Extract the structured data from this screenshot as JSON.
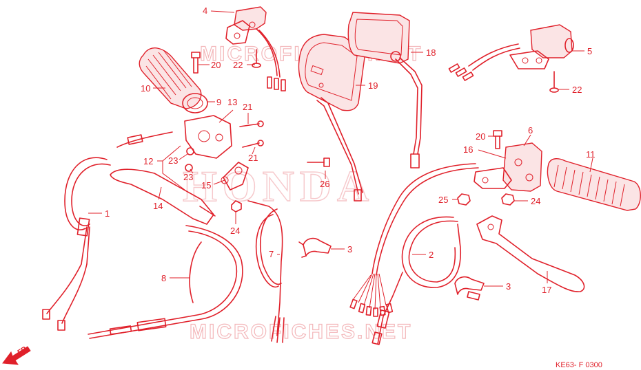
{
  "watermarks": {
    "top": "MICROFICHES.NET",
    "center": "HONDA",
    "bottom": "MICROFICHES.NET"
  },
  "front_marker": "FR.",
  "diagram_code": "KE63- F 0300",
  "colors": {
    "ink": "#e0202a",
    "watermark": "#f3b7ba"
  },
  "callouts": [
    {
      "id": "c4",
      "text": "4"
    },
    {
      "id": "c20a",
      "text": "20"
    },
    {
      "id": "c22a",
      "text": "22"
    },
    {
      "id": "c10",
      "text": "10"
    },
    {
      "id": "c9",
      "text": "9"
    },
    {
      "id": "c13",
      "text": "13"
    },
    {
      "id": "c21a",
      "text": "21"
    },
    {
      "id": "c21b",
      "text": "21"
    },
    {
      "id": "c12",
      "text": "12"
    },
    {
      "id": "c23a",
      "text": "23"
    },
    {
      "id": "c23b",
      "text": "23"
    },
    {
      "id": "c15",
      "text": "15"
    },
    {
      "id": "c14",
      "text": "14"
    },
    {
      "id": "c24a",
      "text": "24"
    },
    {
      "id": "c1",
      "text": "1"
    },
    {
      "id": "c7",
      "text": "7"
    },
    {
      "id": "c8",
      "text": "8"
    },
    {
      "id": "c3a",
      "text": "3"
    },
    {
      "id": "c18",
      "text": "18"
    },
    {
      "id": "c19",
      "text": "19"
    },
    {
      "id": "c26",
      "text": "26"
    },
    {
      "id": "c5",
      "text": "5"
    },
    {
      "id": "c22b",
      "text": "22"
    },
    {
      "id": "c20b",
      "text": "20"
    },
    {
      "id": "c6",
      "text": "6"
    },
    {
      "id": "c16",
      "text": "16"
    },
    {
      "id": "c11",
      "text": "11"
    },
    {
      "id": "c25",
      "text": "25"
    },
    {
      "id": "c24b",
      "text": "24"
    },
    {
      "id": "c2",
      "text": "2"
    },
    {
      "id": "c3b",
      "text": "3"
    },
    {
      "id": "c17",
      "text": "17"
    }
  ]
}
